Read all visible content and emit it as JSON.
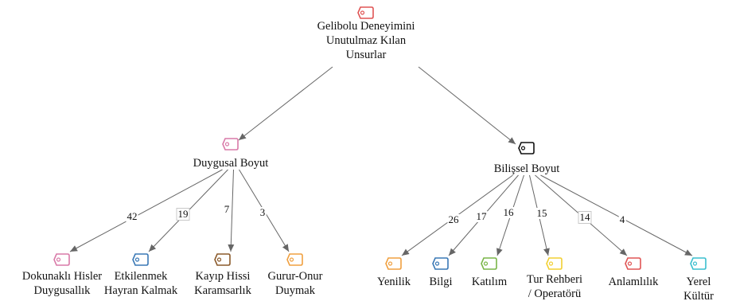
{
  "root": {
    "label": "Gelibolu Deneyimini\nUnutulmaz Kılan\nUnsurlar",
    "icon": "tag-icon",
    "color": "#e05555"
  },
  "branches": [
    {
      "label": "Duygusal Boyut",
      "icon": "tag-icon",
      "color": "#d97aa8",
      "children": [
        {
          "label": "Dokunaklı Hisler\nDuygusallık",
          "count": "42",
          "color": "#d97aa8"
        },
        {
          "label": "Etkilenmek\nHayran Kalmak",
          "count": "19",
          "color": "#3a78b5"
        },
        {
          "label": "Kayıp Hissi\nKaramsarlık",
          "count": "7",
          "color": "#8b5a2b"
        },
        {
          "label": "Gurur-Onur\nDuymak",
          "count": "3",
          "color": "#f0a040"
        }
      ]
    },
    {
      "label": "Bilişsel Boyut",
      "icon": "tag-icon",
      "color": "#111111",
      "children": [
        {
          "label": "Yenilik",
          "count": "26",
          "color": "#f0a040"
        },
        {
          "label": "Bilgi",
          "count": "17",
          "color": "#3a78b5"
        },
        {
          "label": "Katılım",
          "count": "16",
          "color": "#7ab648"
        },
        {
          "label": "Tur Rehberi\n/ Operatörü",
          "count": "15",
          "color": "#f2d033"
        },
        {
          "label": "Anlamlılık",
          "count": "14",
          "color": "#e05555"
        },
        {
          "label": "Yerel Kültür",
          "count": "4",
          "color": "#3bbfcf"
        }
      ]
    }
  ]
}
